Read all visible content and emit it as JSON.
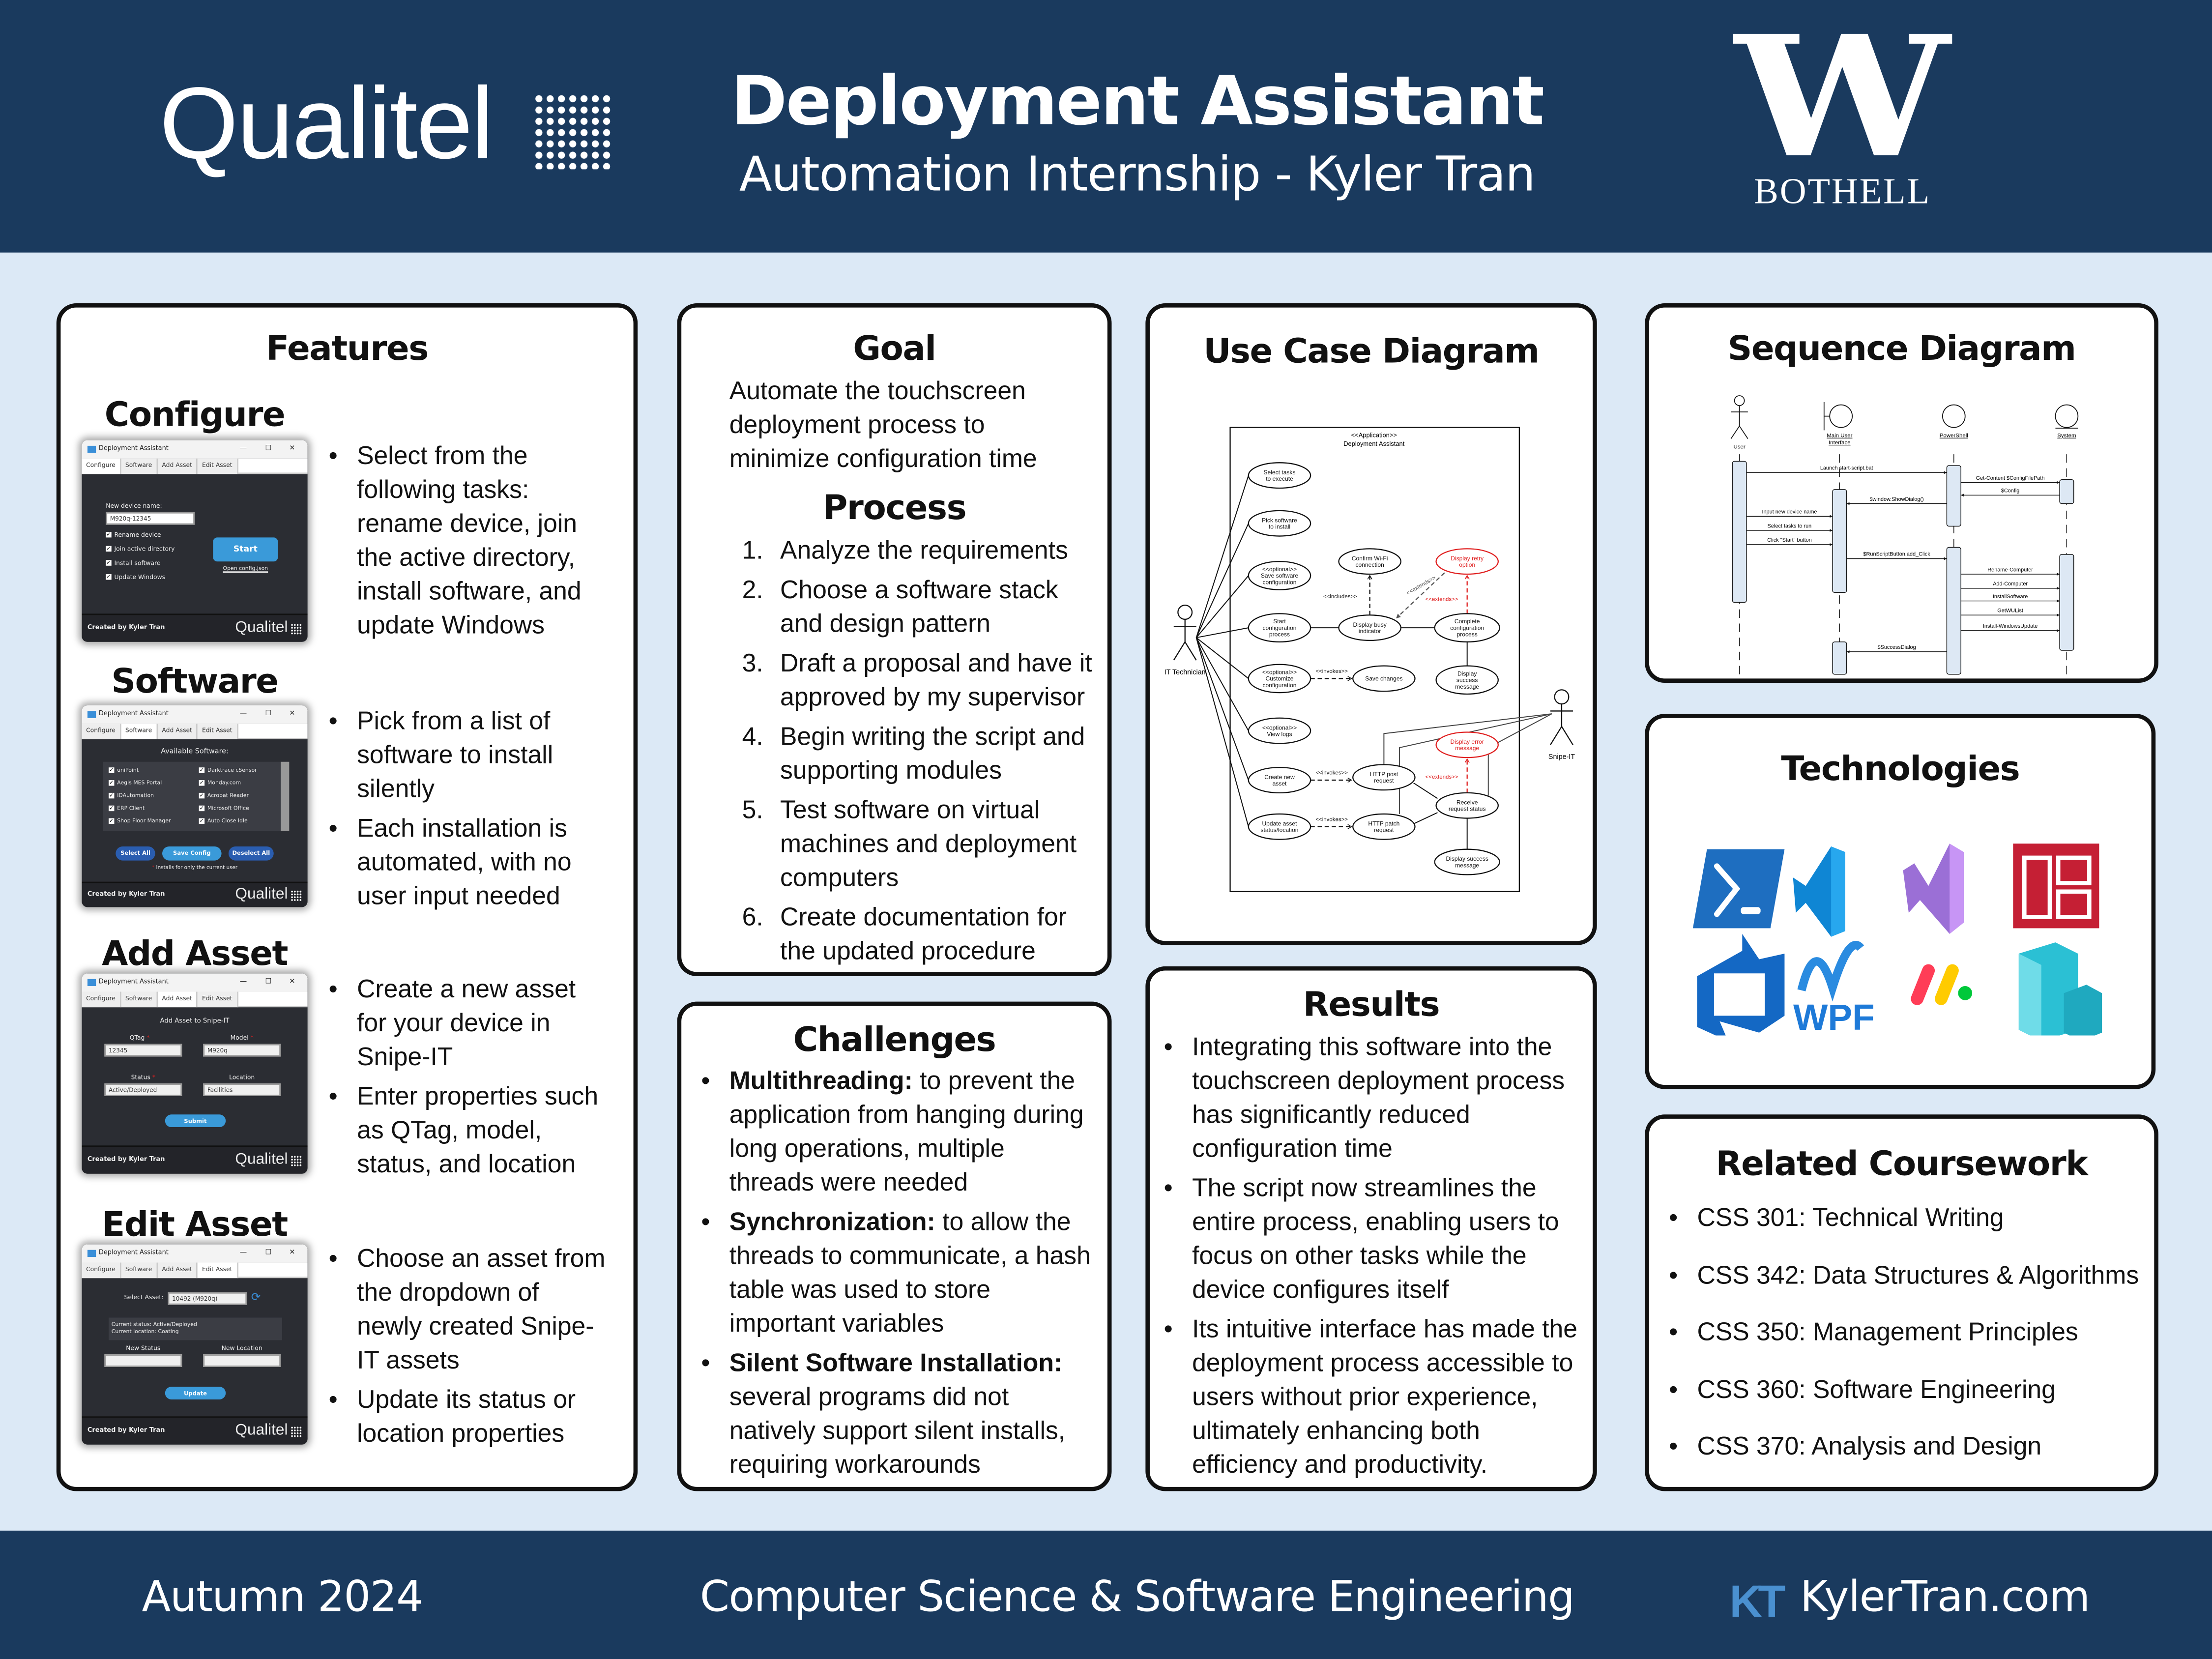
{
  "header": {
    "logo_text": "Qualitel",
    "title": "Deployment Assistant",
    "subtitle": "Automation Internship - Kyler Tran",
    "uw_letter": "W",
    "uw_campus": "BOTHELL"
  },
  "features": {
    "title": "Features",
    "sections": [
      {
        "heading": "Configure",
        "bullets": [
          "Select from the following tasks: rename device, join the active directory, install software, and update Windows"
        ]
      },
      {
        "heading": "Software",
        "bullets": [
          "Pick from a list of software to install silently",
          "Each installation is automated, with no user input needed"
        ]
      },
      {
        "heading": "Add Asset",
        "bullets": [
          "Create a new asset for your device in Snipe-IT",
          "Enter properties such as QTag, model, status, and location"
        ]
      },
      {
        "heading": "Edit Asset",
        "bullets": [
          "Choose an asset from the dropdown of newly created Snipe-IT assets",
          "Update its status or location properties"
        ]
      }
    ]
  },
  "app_window": {
    "title": "Deployment Assistant",
    "tabs": [
      "Configure",
      "Software",
      "Add Asset",
      "Edit Asset"
    ],
    "footer_credit": "Created by Kyler Tran",
    "footer_logo": "Qualitel"
  },
  "configure_screen": {
    "device_name_label": "New device name:",
    "device_name_value": "M920q-12345",
    "checkboxes": [
      "Rename device",
      "Join active directory",
      "Install software",
      "Update Windows"
    ],
    "start": "Start",
    "open_config": "Open config.json"
  },
  "software_screen": {
    "heading": "Available Software:",
    "items": [
      "uniPoint",
      "Darktrace cSensor",
      "Aegis MES Portal",
      "Monday.com",
      "IDAutomation",
      "Acrobat Reader",
      "ERP Client",
      "Microsoft Office",
      "Shop Floor Manager",
      "Auto Close Idle"
    ],
    "select_all": "Select All",
    "save_config": "Save Config",
    "deselect_all": "Deselect All",
    "note": "Installs for only the current user"
  },
  "add_asset_screen": {
    "heading": "Add Asset to Snipe-IT",
    "qtag_label": "QTag",
    "qtag_value": "12345",
    "model_label": "Model",
    "model_value": "M920q",
    "status_label": "Status",
    "status_value": "Active/Deployed",
    "location_label": "Location",
    "location_value": "Facilities",
    "submit": "Submit"
  },
  "edit_asset_screen": {
    "select_label": "Select Asset:",
    "select_value": "10492 (M920q)",
    "current_status": "Current status: Active/Deployed",
    "current_location": "Current location: Coating",
    "new_status_label": "New Status",
    "new_location_label": "New Location",
    "update": "Update"
  },
  "goal": {
    "title": "Goal",
    "text": "Automate the touchscreen deployment process to minimize configuration time"
  },
  "process": {
    "title": "Process",
    "steps": [
      "Analyze the requirements",
      "Choose a software stack and design pattern",
      "Draft a proposal and have it approved by my supervisor",
      "Begin writing the script and supporting modules",
      "Test software on virtual machines and deployment computers",
      "Create documentation for the updated procedure"
    ]
  },
  "challenges": {
    "title": "Challenges",
    "items": [
      {
        "bold": "Multithreading:",
        "text": " to prevent the application from hanging during long operations, multiple threads were needed"
      },
      {
        "bold": "Synchronization:",
        "text": " to allow the threads to communicate, a hash table was used to store important variables"
      },
      {
        "bold": "Silent Software Installation:",
        "text": " several programs did not natively support silent installs, requiring workarounds"
      }
    ]
  },
  "use_case": {
    "title": "Use Case Diagram",
    "system_stereotype": "<<Application>>",
    "system_name": "Deployment Assistant",
    "actors": [
      "IT Technician",
      "Snipe-IT"
    ],
    "nodes": [
      {
        "lines": [
          "Select tasks",
          "to execute"
        ]
      },
      {
        "lines": [
          "Pick software",
          "to install"
        ]
      },
      {
        "lines": [
          "<<optional>>",
          "Save software",
          "configuration"
        ]
      },
      {
        "lines": [
          "Start",
          "configuration",
          "process"
        ]
      },
      {
        "lines": [
          "<<optional>>",
          "Customize",
          "configuration"
        ]
      },
      {
        "lines": [
          "<<optional>>",
          "View logs"
        ]
      },
      {
        "lines": [
          "Create new",
          "asset"
        ]
      },
      {
        "lines": [
          "Update asset",
          "status/location"
        ]
      },
      {
        "lines": [
          "Confirm Wi-Fi",
          "connection"
        ]
      },
      {
        "lines": [
          "Display busy",
          "indicator"
        ]
      },
      {
        "lines": [
          "Save changes"
        ]
      },
      {
        "lines": [
          "Display retry",
          "option"
        ],
        "color": "#e02020"
      },
      {
        "lines": [
          "Complete",
          "configuration",
          "process"
        ]
      },
      {
        "lines": [
          "Display",
          "success",
          "message"
        ]
      },
      {
        "lines": [
          "Display error",
          "message"
        ],
        "color": "#e02020"
      },
      {
        "lines": [
          "HTTP post",
          "request"
        ]
      },
      {
        "lines": [
          "HTTP patch",
          "request"
        ]
      },
      {
        "lines": [
          "Receive",
          "request status"
        ]
      },
      {
        "lines": [
          "Display success",
          "message"
        ]
      }
    ],
    "relations": [
      "<<includes>>",
      "<<extends>>",
      "<<extends>>",
      "<<invokes>>",
      "<<invokes>>",
      "<<invokes>>",
      "<<extends>>"
    ]
  },
  "results": {
    "title": "Results",
    "items": [
      "Integrating this software into the touchscreen deployment process has significantly reduced configuration time",
      "The script now streamlines the entire process, enabling users to focus on other tasks while the device configures itself",
      "Its intuitive interface has made the deployment process accessible to users without prior experience, ultimately enhancing both efficiency and productivity."
    ]
  },
  "sequence": {
    "title": "Sequence Diagram",
    "lifelines": [
      [
        "User"
      ],
      [
        "Main User",
        "Interface"
      ],
      [
        "PowerShell"
      ],
      [
        "System"
      ]
    ],
    "messages": [
      "Launch start-script.bat",
      "Get-Content $ConfigFilePath",
      "$Config",
      "$window.ShowDialog()",
      "Input new device name",
      "Select tasks to run",
      "Click \"Start\" button",
      "$RunScriptButton.add_Click",
      "Rename-Computer",
      "Add-Computer",
      "InstallSoftware",
      "GetWUList",
      "Install-WindowsUpdate",
      "$SuccessDialog"
    ]
  },
  "technologies": {
    "title": "Technologies",
    "icons": [
      "powershell-icon",
      "vscode-icon",
      "visual-studio-icon",
      "erp-icon",
      "azure-devops-icon",
      "wpf-icon",
      "monday-icon",
      "server-icon"
    ],
    "wpf_text": "WPF"
  },
  "coursework": {
    "title": "Related Coursework",
    "items": [
      "CSS 301: Technical Writing",
      "CSS 342: Data Structures & Algorithms",
      "CSS 350: Management Principles",
      "CSS 360: Software Engineering",
      "CSS 370: Analysis and Design"
    ]
  },
  "footer": {
    "term": "Autumn 2024",
    "department": "Computer Science & Software Engineering",
    "site_logo": "KT",
    "site": "KylerTran.com"
  },
  "colors": {
    "header_bg": "#1a3a5e",
    "page_bg": "#dce9f6",
    "accent_blue": "#3a9ad9",
    "error_red": "#e02020"
  }
}
